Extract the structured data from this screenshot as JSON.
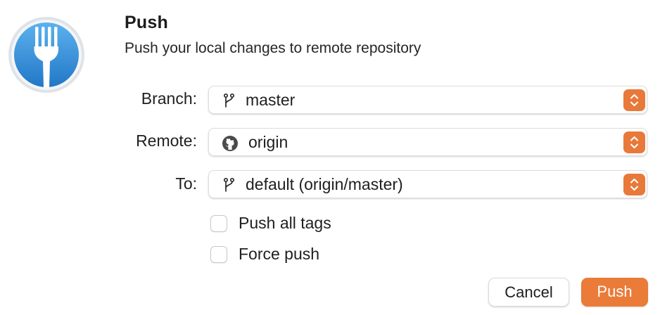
{
  "dialog": {
    "title": "Push",
    "subtitle": "Push your local changes to remote repository",
    "app_icon": "fork-icon"
  },
  "fields": [
    {
      "label": "Branch:",
      "value": "master",
      "icon": "branch-icon"
    },
    {
      "label": "Remote:",
      "value": "origin",
      "icon": "github-icon"
    },
    {
      "label": "To:",
      "value": "default (origin/master)",
      "icon": "branch-icon"
    }
  ],
  "options": [
    {
      "label": "Push all tags",
      "checked": false
    },
    {
      "label": "Force push",
      "checked": false
    }
  ],
  "buttons": {
    "cancel": "Cancel",
    "push": "Push"
  },
  "colors": {
    "accent": "#ea7b38",
    "icon_blue": "#3a8fd6"
  }
}
